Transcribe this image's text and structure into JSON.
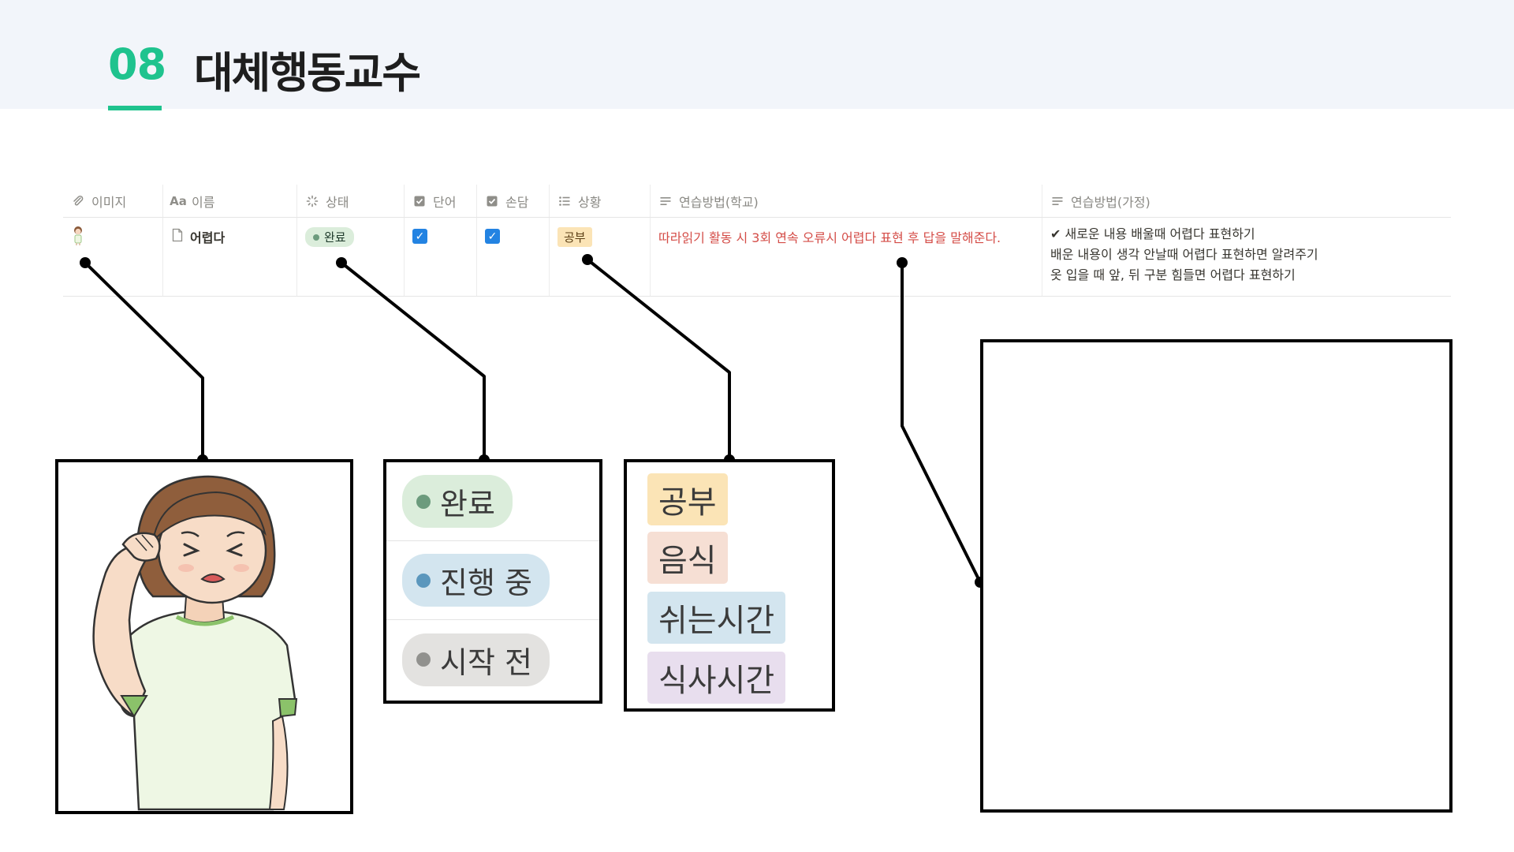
{
  "header": {
    "section_number": "08",
    "title": "대체행동교수"
  },
  "table": {
    "columns": [
      {
        "label": "이미지",
        "icon": "paperclip-icon"
      },
      {
        "label": "이름",
        "icon": "text-aa-icon"
      },
      {
        "label": "상태",
        "icon": "status-loader-icon"
      },
      {
        "label": "단어",
        "icon": "checkbox-icon"
      },
      {
        "label": "손담",
        "icon": "checkbox-icon"
      },
      {
        "label": "상황",
        "icon": "list-icon"
      },
      {
        "label": "연습방법(학교)",
        "icon": "text-lines-icon"
      },
      {
        "label": "연습방법(가정)",
        "icon": "text-lines-icon"
      }
    ],
    "row": {
      "name": "어렵다",
      "status": "완료",
      "word_checked": true,
      "sondam_checked": true,
      "situation": "공부",
      "school_method": "따라읽기 활동 시 3회 연속 오류시 어렵다 표현 후 답을 말해준다.",
      "home_method": [
        "✔ 새로운 내용 배울때 어렵다 표현하기",
        "배운 내용이 생각 안날때 어렵다 표현하면 알려주기",
        "옷 입을 때 앞, 뒤 구분 힘들면 어렵다 표현하기"
      ]
    }
  },
  "status_options": [
    {
      "label": "완료",
      "bg": "#dbeddb",
      "dot": "#6c9b7d"
    },
    {
      "label": "진행 중",
      "bg": "#d3e5ef",
      "dot": "#5b97bd"
    },
    {
      "label": "시작 전",
      "bg": "#e3e2e0",
      "dot": "#91918e"
    }
  ],
  "situation_options": [
    {
      "label": "공부",
      "bg": "#fbe4b6"
    },
    {
      "label": "음식",
      "bg": "#f6dfd4"
    },
    {
      "label": "쉬는시간",
      "bg": "#d3e5ef"
    },
    {
      "label": "식사시간",
      "bg": "#e8deee"
    }
  ],
  "colors": {
    "accent": "#1fc38e",
    "header_bg": "#f2f5fa",
    "checkbox": "#2383e2",
    "school_text": "#d44c47"
  }
}
